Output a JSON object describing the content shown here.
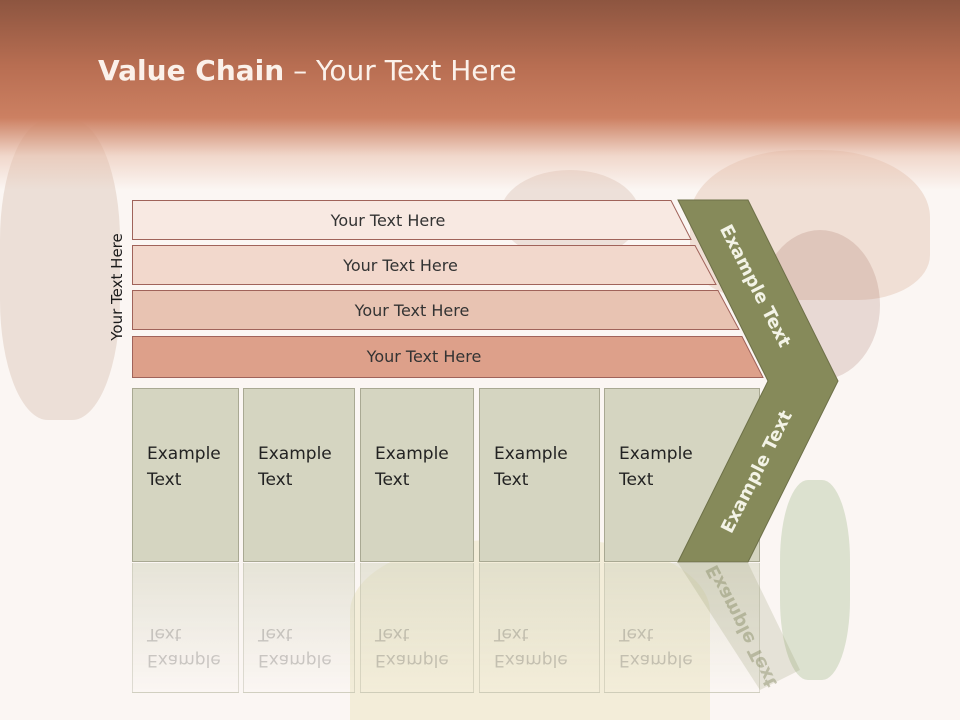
{
  "slide": {
    "title_bold": "Value Chain",
    "title_rest": " – Your Text Here",
    "side_label": "Your Text Here"
  },
  "rows": [
    {
      "label": "Your Text Here",
      "fill": "#f8e9e2"
    },
    {
      "label": "Your Text Here",
      "fill": "#f2d8cc"
    },
    {
      "label": "Your Text Here",
      "fill": "#e8c3b2"
    },
    {
      "label": "Your Text Here",
      "fill": "#dda08a"
    }
  ],
  "cards": [
    {
      "line1": "Example",
      "line2": "Text"
    },
    {
      "line1": "Example",
      "line2": "Text"
    },
    {
      "line1": "Example",
      "line2": "Text"
    },
    {
      "line1": "Example",
      "line2": "Text"
    },
    {
      "line1": "Example",
      "line2": "Text"
    }
  ],
  "chevron": {
    "upper_text": "Example Text",
    "lower_text": "Example Text",
    "fill": "#868a5a"
  },
  "colors": {
    "header": "#b86e52",
    "card_fill": "#d5d5c1",
    "row_border": "#a0635a"
  }
}
